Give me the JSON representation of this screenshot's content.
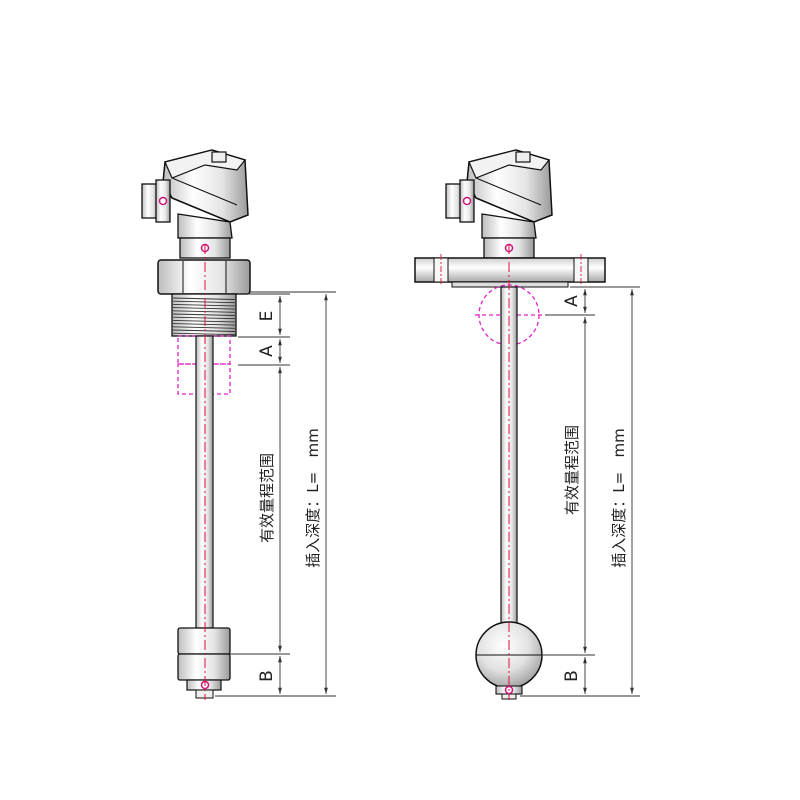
{
  "labels": {
    "E": "E",
    "A": "A",
    "B": "B",
    "effective_range": "有效量程范围",
    "insertion_depth": "插入深度：L=   mm"
  },
  "drawings": [
    {
      "variant": "threaded-connection",
      "float": "cylindrical"
    },
    {
      "variant": "flange-connection",
      "float": "spherical"
    }
  ],
  "colors": {
    "outline": "#111111",
    "centerline": "#e0113a",
    "hidden_float": "#e020c8",
    "dimension": "#333333"
  }
}
